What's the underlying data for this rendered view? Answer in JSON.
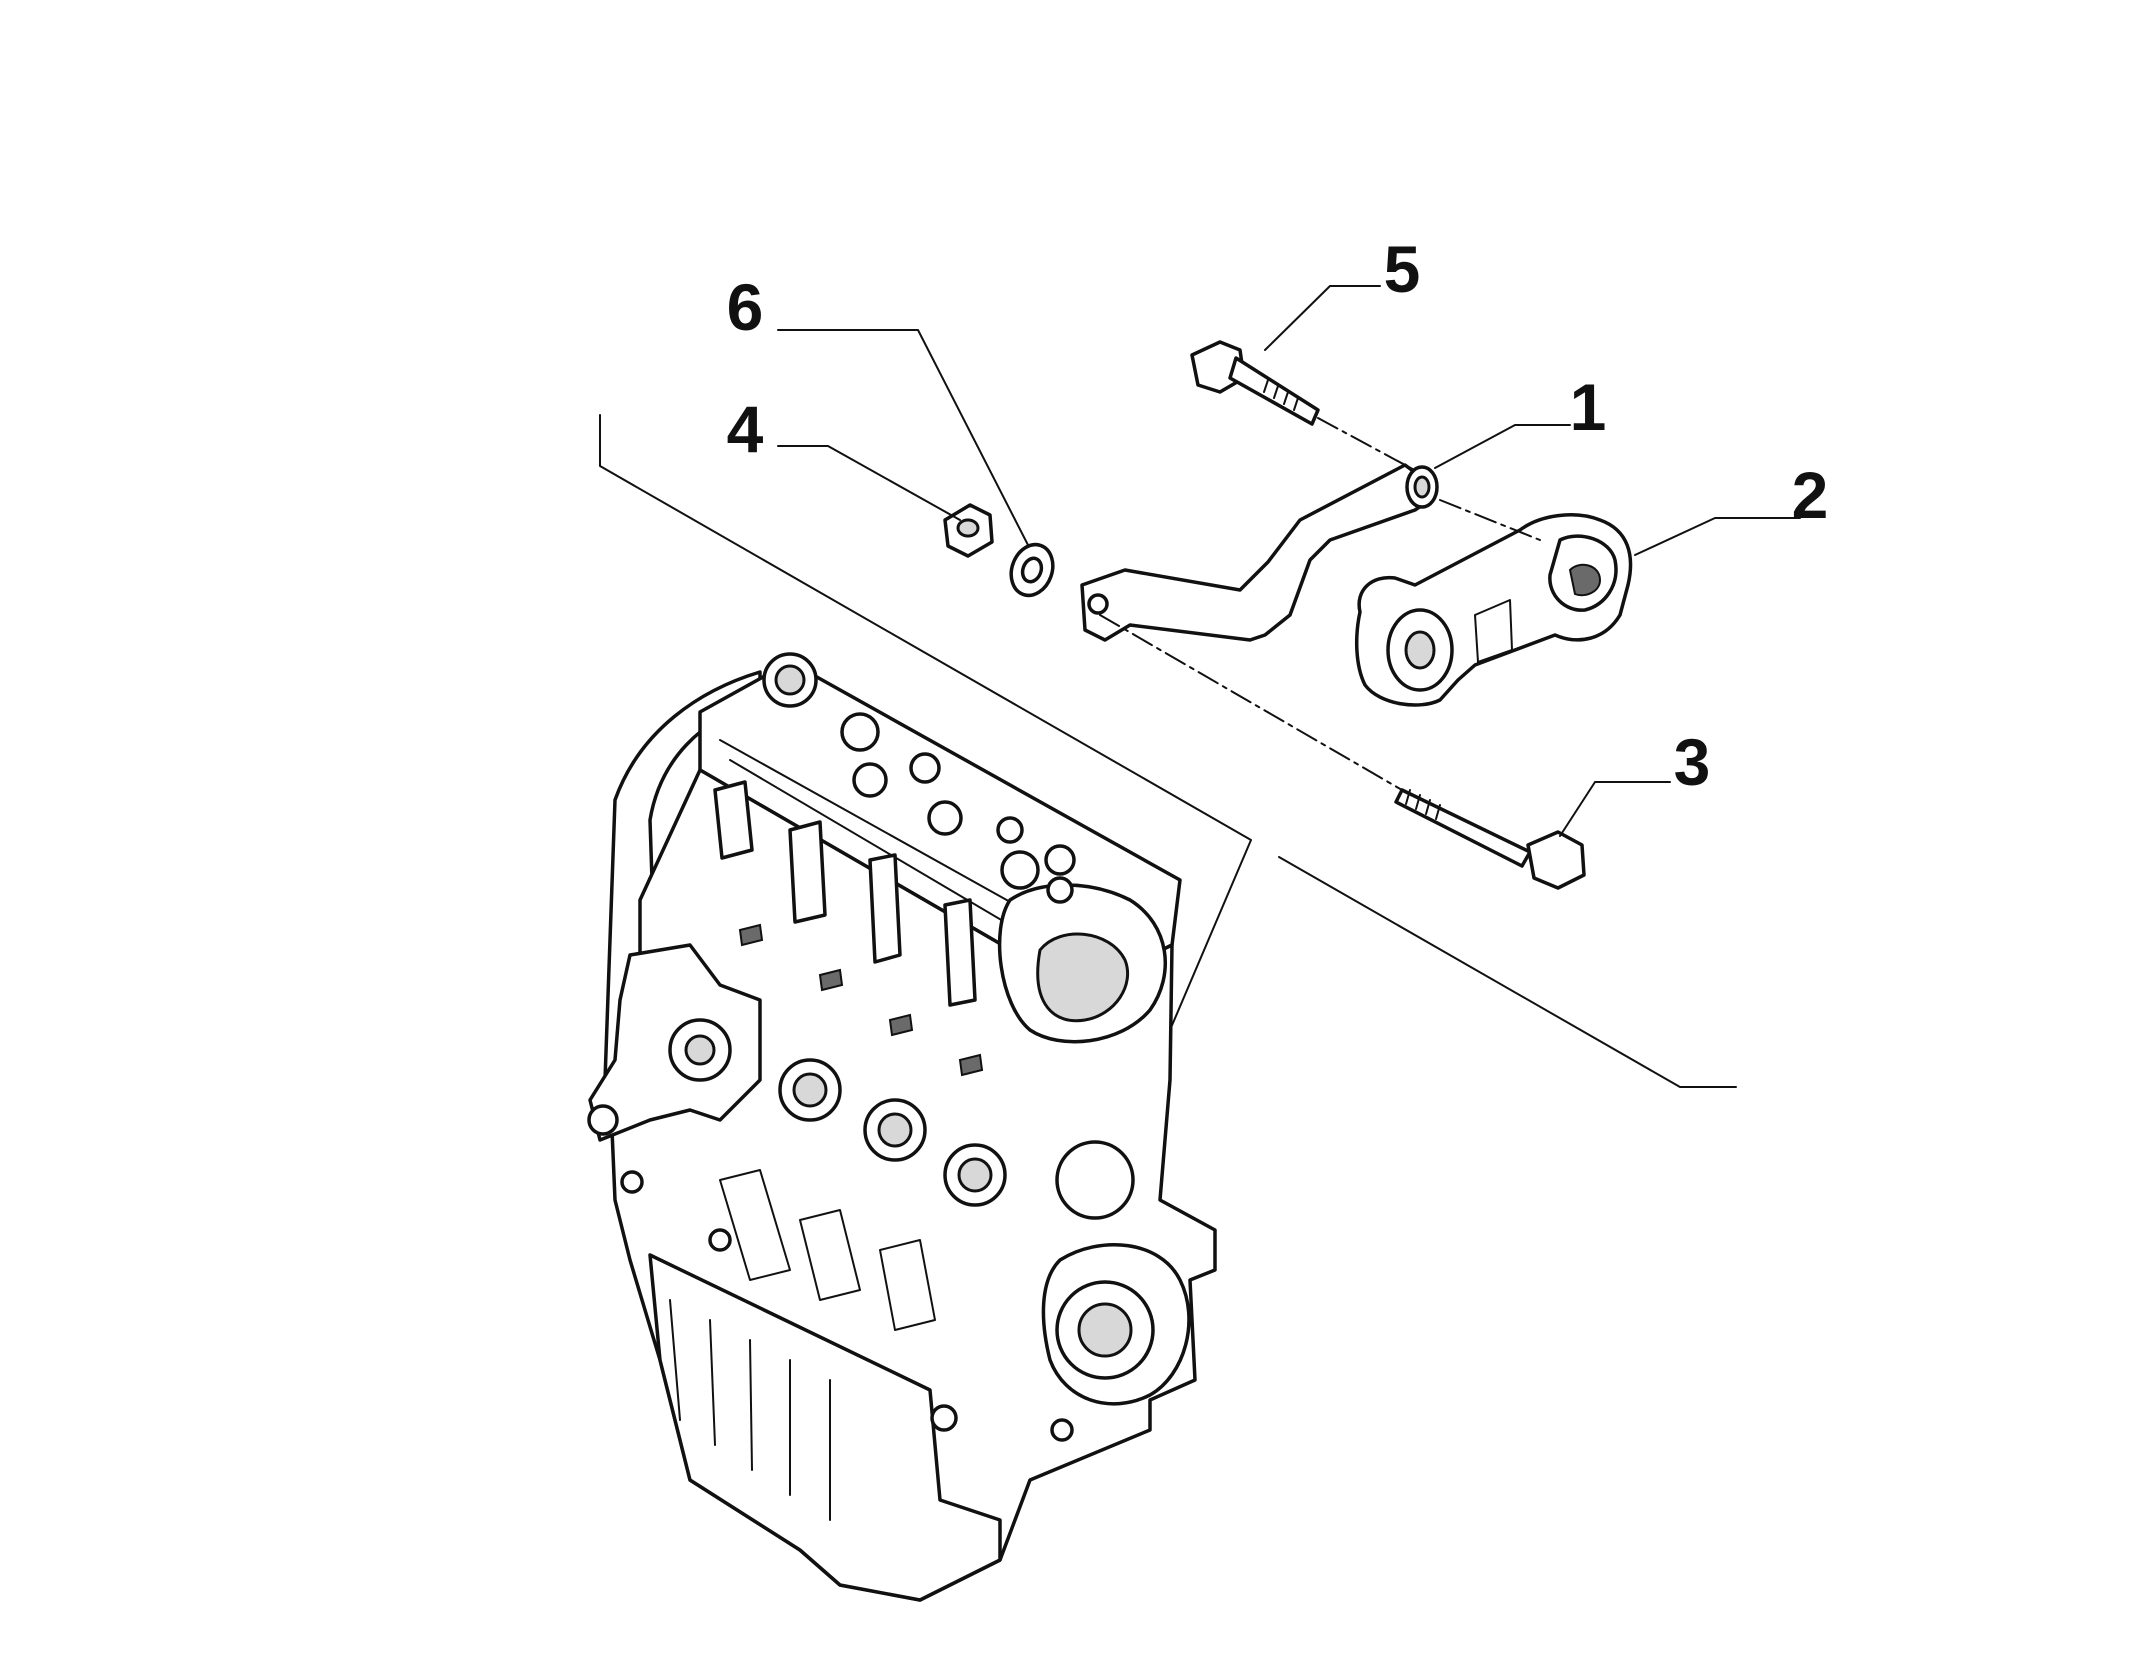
{
  "callouts": [
    {
      "id": "1",
      "label": "1"
    },
    {
      "id": "2",
      "label": "2"
    },
    {
      "id": "3",
      "label": "3"
    },
    {
      "id": "4",
      "label": "4"
    },
    {
      "id": "5",
      "label": "5"
    },
    {
      "id": "6",
      "label": "6"
    }
  ],
  "colors": {
    "line": "#111111",
    "background": "#ffffff",
    "shade": "#d8d8d8"
  }
}
